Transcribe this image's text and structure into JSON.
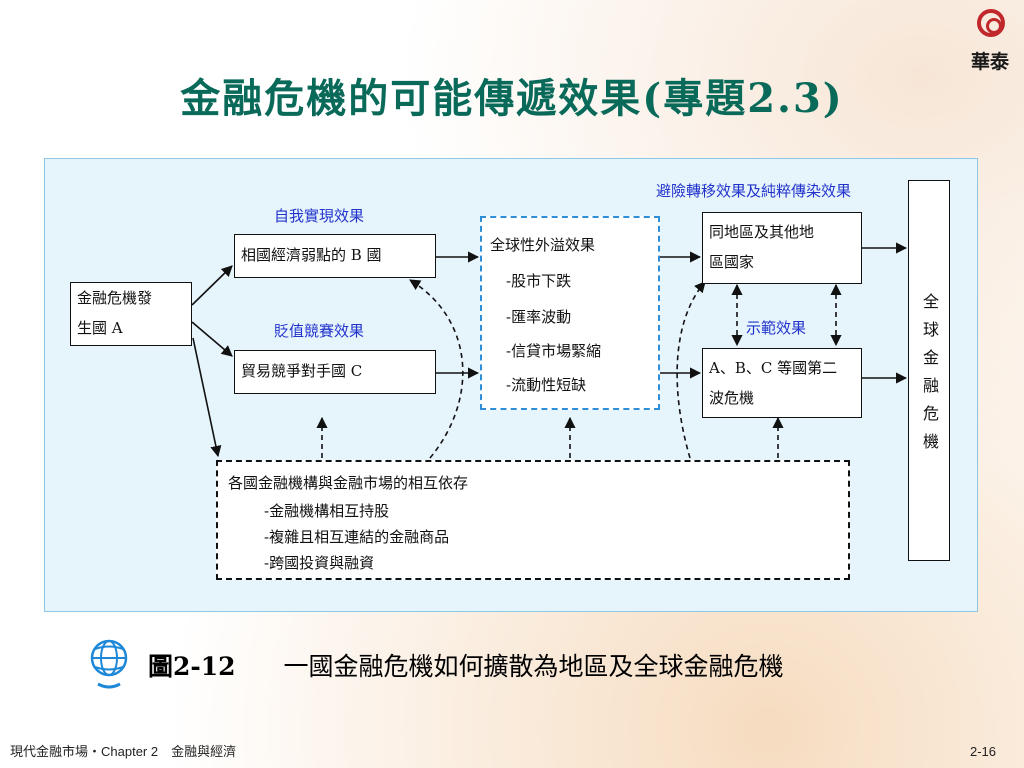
{
  "logo": {
    "text": "華泰"
  },
  "title": "金融危機的可能傳遞效果(專題2.3)",
  "diagram": {
    "box_origin": "金融危機發生國 A",
    "box_origin_l1": "金融危機發",
    "box_origin_l2": "生國 A",
    "label_self": "自我實現效果",
    "box_b": "相國經濟弱點的 B 國",
    "label_devalue": "貶值競賽效果",
    "box_c": "貿易競爭對手國 C",
    "spill_title": "全球性外溢效果",
    "spill_items": [
      "-股市下跌",
      "-匯率波動",
      "-信貸市場緊縮",
      "-流動性短缺"
    ],
    "label_hedge": "避險轉移效果及純粹傳染效果",
    "box_region_l1": "同地區及其他地",
    "box_region_l2": "區國家",
    "label_demo": "示範效果",
    "box_second_l1": "A、B、C 等國第二",
    "box_second_l2": "波危機",
    "box_global": "全球金融危機",
    "inter_title": "各國金融機構與金融市場的相互依存",
    "inter_items": [
      "-金融機構相互持股",
      "-複雜且相互連結的金融商品",
      "-跨國投資與融資"
    ]
  },
  "caption": {
    "num": "圖2-12",
    "text": "一國金融危機如何擴散為地區及全球金融危機"
  },
  "footer": {
    "left": "現代金融市場‧Chapter 2　金融與經濟",
    "page": "2-16"
  },
  "colors": {
    "title": "#0a6a5a",
    "label": "#2233cc",
    "dashed_blue": "#2e8ed8",
    "panel": "#e6f4fc"
  }
}
